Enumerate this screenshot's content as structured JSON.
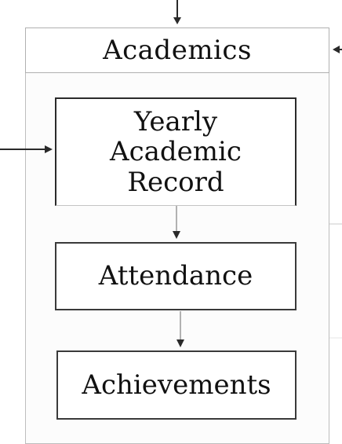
{
  "diagram": {
    "header": "Academics",
    "boxes": [
      {
        "lines": [
          "Yearly",
          "Academic",
          "Record"
        ]
      },
      {
        "lines": [
          "Attendance"
        ]
      },
      {
        "lines": [
          "Achievements"
        ]
      }
    ]
  },
  "colors": {
    "line": "#2a2a2a",
    "box_border": "#3a3a3a",
    "panel_border": "#bdbdbd",
    "watermark": "#e3ddd6"
  }
}
